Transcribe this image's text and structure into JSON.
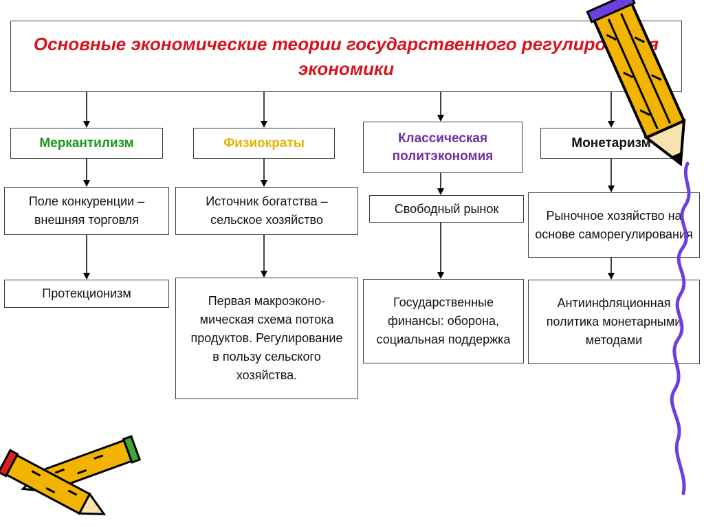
{
  "title": "Основные экономические теории государственного регулирования экономики",
  "colors": {
    "title": "#d9131b",
    "mercantilism": "#1a9a1a",
    "physiocrats": "#e8b200",
    "classical": "#7030a0",
    "monetarism": "#111111",
    "pencil_body": "#f2b400",
    "pencil_outline": "#000000",
    "squiggle": "#6b3fe0"
  },
  "columns": [
    {
      "header": "Меркантилизм",
      "color": "#1a9a1a",
      "level1": "Поле конкуренции – внешняя торговля",
      "level2": "Протекционизм"
    },
    {
      "header": "Физиократы",
      "color": "#e8b200",
      "level1": "Источник богатства – сельское хозяйство",
      "level2": "Первая макроэконо-мическая схема потока продуктов. Регулирование в пользу сельского хозяйства."
    },
    {
      "header": "Классическая политэкономия",
      "color": "#7030a0",
      "level1": "Свободный рынок",
      "level2": "Государственные финансы: оборона, социальная поддержка"
    },
    {
      "header": "Монетаризм",
      "color": "#111111",
      "level1": "Рыночное хозяйство на основе саморегулирования",
      "level2": "Антиинфляционная политика монетарными методами"
    }
  ],
  "decorations": [
    "pencil-icon",
    "pencils-icon",
    "squiggle-line"
  ]
}
